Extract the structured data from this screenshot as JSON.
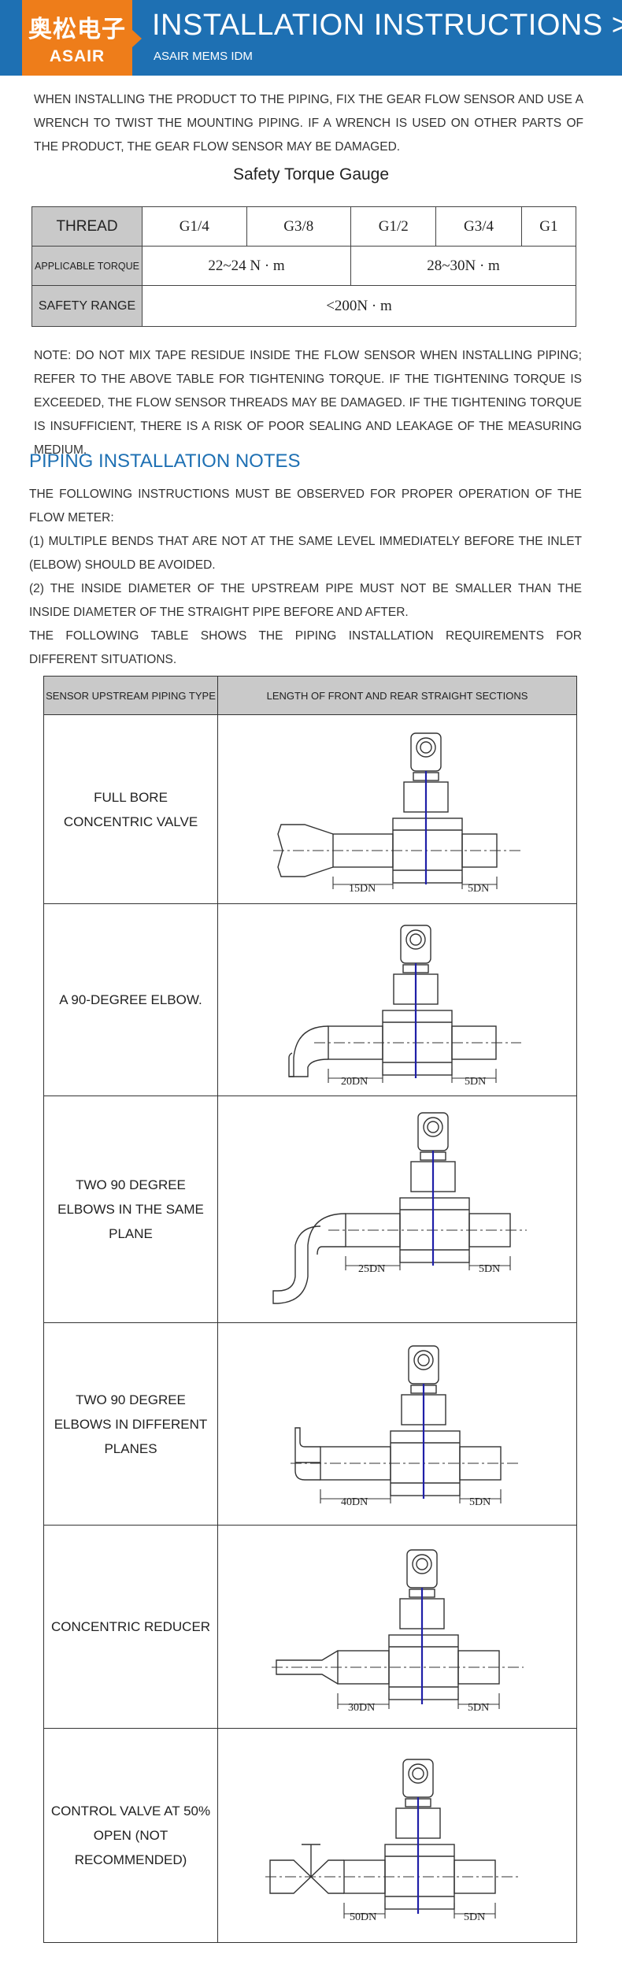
{
  "header": {
    "logo_cn": "奥松电子",
    "logo_en": "ASAIR",
    "title": "INSTALLATION INSTRUCTIONS >>",
    "subtitle": "ASAIR MEMS IDM"
  },
  "intro": "WHEN INSTALLING THE PRODUCT TO THE PIPING, FIX THE GEAR FLOW SENSOR AND USE A WRENCH TO TWIST THE MOUNTING PIPING. IF A WRENCH IS USED ON OTHER PARTS OF THE PRODUCT, THE GEAR FLOW SENSOR MAY BE DAMAGED.",
  "torque_table": {
    "caption": "Safety Torque Gauge",
    "thread_label": "THREAD",
    "threads": [
      "G1/4",
      "G3/8",
      "G1/2",
      "G3/4",
      "G1"
    ],
    "torque_label": "APPLICABLE TORQUE",
    "torque_small": "22~24 N · m",
    "torque_large": "28~30N · m",
    "safety_label": "SAFETY RANGE",
    "safety_value": "<200N · m"
  },
  "note": "NOTE: DO NOT MIX TAPE RESIDUE INSIDE THE FLOW SENSOR WHEN INSTALLING PIPING; REFER TO THE ABOVE TABLE FOR TIGHTENING TORQUE. IF THE TIGHTENING TORQUE IS EXCEEDED, THE FLOW SENSOR THREADS MAY BE DAMAGED. IF THE TIGHTENING TORQUE IS INSUFFICIENT, THERE IS A RISK OF POOR SEALING AND LEAKAGE OF THE MEASURING MEDIUM.",
  "piping": {
    "heading": "PIPING INSTALLATION NOTES",
    "lines": [
      "THE FOLLOWING INSTRUCTIONS MUST BE OBSERVED FOR PROPER OPERATION OF THE FLOW METER:",
      "(1) MULTIPLE BENDS THAT ARE NOT AT THE SAME LEVEL IMMEDIATELY BEFORE THE INLET (ELBOW) SHOULD BE AVOIDED.",
      "(2) THE INSIDE DIAMETER OF THE UPSTREAM PIPE MUST NOT BE SMALLER THAN THE INSIDE DIAMETER OF THE STRAIGHT PIPE BEFORE AND AFTER.",
      "THE FOLLOWING TABLE SHOWS THE PIPING INSTALLATION REQUIREMENTS FOR DIFFERENT SITUATIONS."
    ],
    "table_headers": [
      "SENSOR UPSTREAM PIPING TYPE",
      "LENGTH OF FRONT AND REAR STRAIGHT SECTIONS"
    ],
    "rows": [
      {
        "type": "FULL BORE CONCENTRIC VALVE",
        "upstream": "15DN",
        "downstream": "5DN"
      },
      {
        "type": "A 90-DEGREE ELBOW.",
        "upstream": "20DN",
        "downstream": "5DN"
      },
      {
        "type": "TWO 90 DEGREE ELBOWS IN THE SAME PLANE",
        "upstream": "25DN",
        "downstream": "5DN"
      },
      {
        "type": "TWO 90 DEGREE ELBOWS IN DIFFERENT PLANES",
        "upstream": "40DN",
        "downstream": "5DN"
      },
      {
        "type": "CONCENTRIC REDUCER",
        "upstream": "30DN",
        "downstream": "5DN"
      },
      {
        "type": "CONTROL VALVE AT 50% OPEN (NOT RECOMMENDED)",
        "upstream": "50DN",
        "downstream": "5DN"
      }
    ]
  },
  "colors": {
    "brand_blue": "#1e70b3",
    "brand_orange": "#ee7d1a",
    "sensor_line": "#1f1fa8",
    "table_header_gray": "#c9c9c9"
  }
}
